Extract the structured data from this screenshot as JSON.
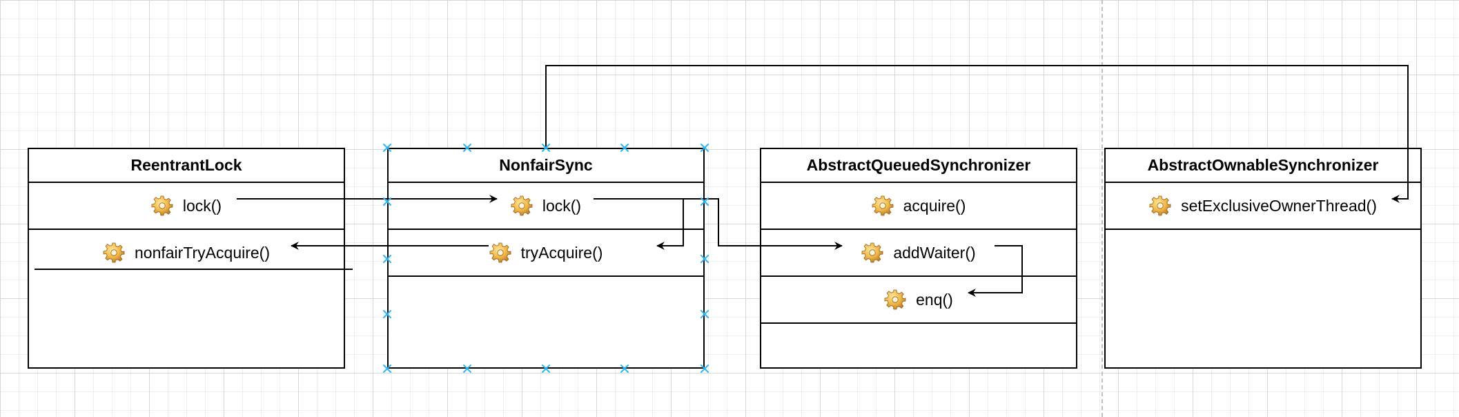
{
  "diagram": {
    "boxes": [
      {
        "id": "reentrant-lock",
        "title": "ReentrantLock",
        "methods": [
          "lock()",
          "nonfairTryAcquire()"
        ]
      },
      {
        "id": "nonfair-sync",
        "title": "NonfairSync",
        "methods": [
          "lock()",
          "tryAcquire()"
        ]
      },
      {
        "id": "aqs",
        "title": "AbstractQueuedSynchronizer",
        "methods": [
          "acquire()",
          "addWaiter()",
          "enq()"
        ]
      },
      {
        "id": "aos",
        "title": "AbstractOwnableSynchronizer",
        "methods": [
          "setExclusiveOwnerThread()"
        ]
      }
    ],
    "icons": {
      "method": "gear-icon"
    },
    "colors": {
      "stroke": "#000000",
      "selection": "#29b6f2",
      "gear": "#e2a93b"
    }
  }
}
